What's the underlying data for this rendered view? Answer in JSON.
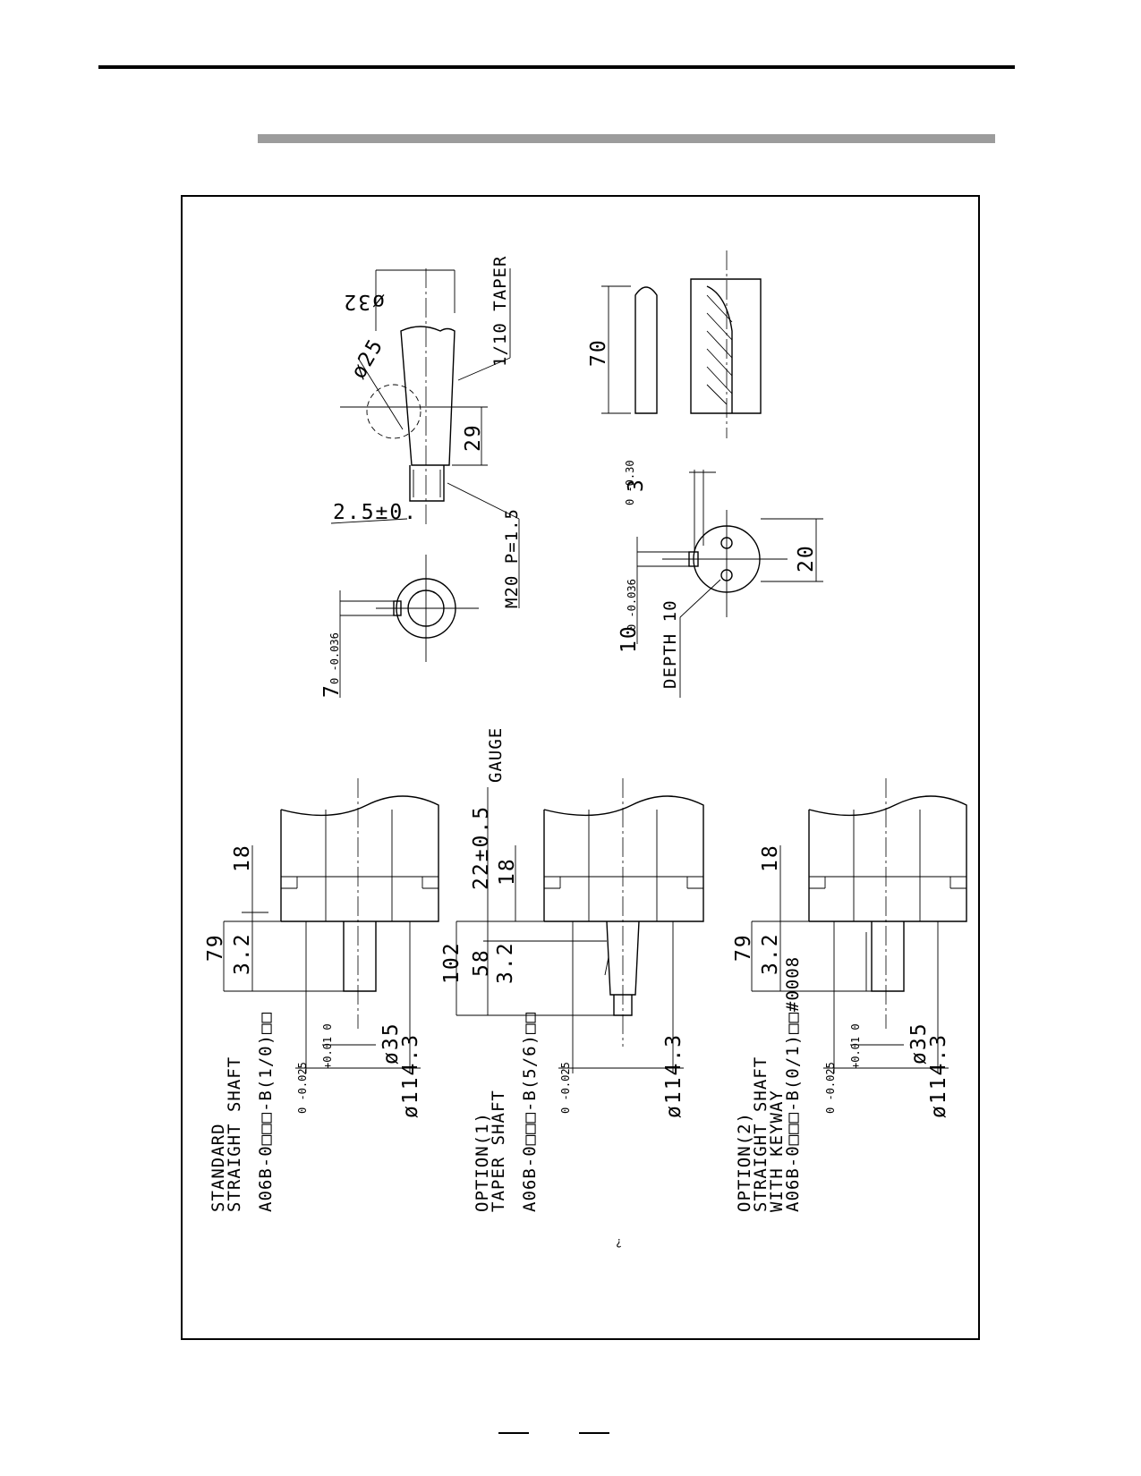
{
  "variants": [
    {
      "line1": "STANDARD",
      "line2": "STRAIGHT SHAFT",
      "line3": "",
      "part": "A06B-0□□□-B(1/0)□□"
    },
    {
      "line1": "OPTION(1)",
      "line2": "TAPER SHAFT",
      "line3": "",
      "part": "A06B-0□□□-B(5/6)□□"
    },
    {
      "line1": "OPTION(2)",
      "line2": "STRAIGHT SHAFT",
      "line3": "WITH KEYWAY",
      "part": "A06B-0□□□-B(0/1)□□#0008"
    }
  ],
  "dims": {
    "std_79": "79",
    "std_3_2": "3.2",
    "std_18": "18",
    "std_dia35": "ø35",
    "std_dia35_tol": "+0.01 0",
    "std_dia114": "ø114.3",
    "std_dia114_tol": "0 -0.025",
    "opt1_102": "102",
    "opt1_58": "58",
    "opt1_3_2": "3.2",
    "opt1_22": "22±0.5",
    "opt1_18": "18",
    "gauge": "GAUGE",
    "opt1_dia114": "ø114.3",
    "opt1_dia114_tol": "0 -0.025",
    "opt2_79": "79",
    "opt2_3_2": "3.2",
    "opt2_18": "18",
    "opt2_dia35": "ø35",
    "opt2_dia35_tol": "+0.01 0",
    "opt2_dia114": "ø114.3",
    "opt2_dia114_tol": "0 -0.025",
    "taper_dia32": "ø32",
    "taper_dia25": "ø25",
    "taper": "1/10 TAPER",
    "taper_29": "29",
    "taper_2_5": "2.5±0.",
    "thread": "M20 P=1.5",
    "key_7": "7",
    "key_7_tol": "0 -0.036",
    "key_70": "70",
    "key_3": "3",
    "key_3_tol": "0 -0.30",
    "key_10": "10",
    "key_10_tol": "0 -0.036",
    "depth": "DEPTH 10",
    "key_20": "20"
  },
  "marker_glyph": "¿"
}
